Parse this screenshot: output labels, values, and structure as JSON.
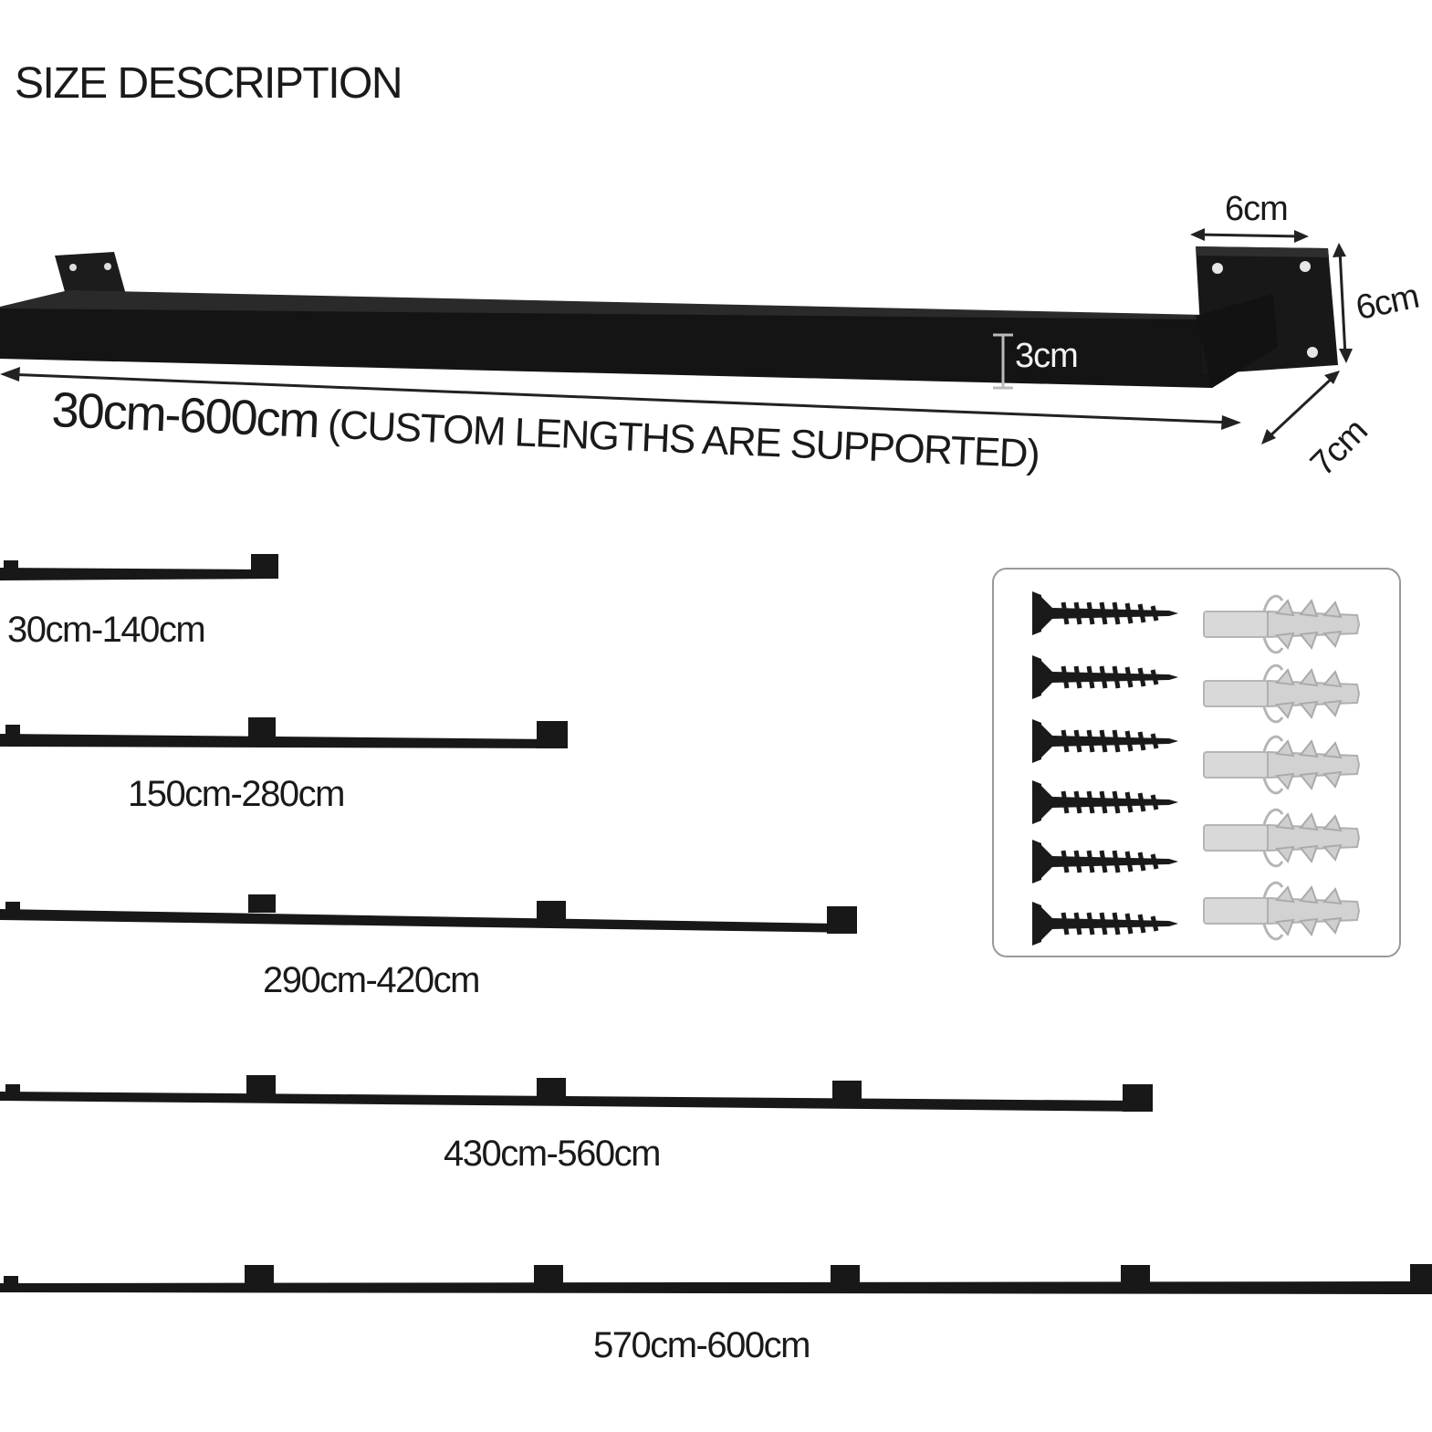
{
  "title": "SIZE DESCRIPTION",
  "main_rail": {
    "length_range": "30cm-600cm",
    "custom_note": "(CUSTOM LENGTHS ARE SUPPORTED)",
    "plate_width": "6cm",
    "plate_height": "6cm",
    "depth": "7cm",
    "bar_thickness": "3cm"
  },
  "rail_variants": [
    {
      "label": "30cm-140cm",
      "brackets": 2
    },
    {
      "label": "150cm-280cm",
      "brackets": 3
    },
    {
      "label": "290cm-420cm",
      "brackets": 4
    },
    {
      "label": "430cm-560cm",
      "brackets": 5
    },
    {
      "label": "570cm-600cm",
      "brackets": 6
    }
  ],
  "hardware": {
    "screws": 6,
    "wall_anchors": 5
  },
  "colors": {
    "rail": "#141414",
    "text": "#1a1a1a",
    "anchor": "#d7d7d7"
  }
}
